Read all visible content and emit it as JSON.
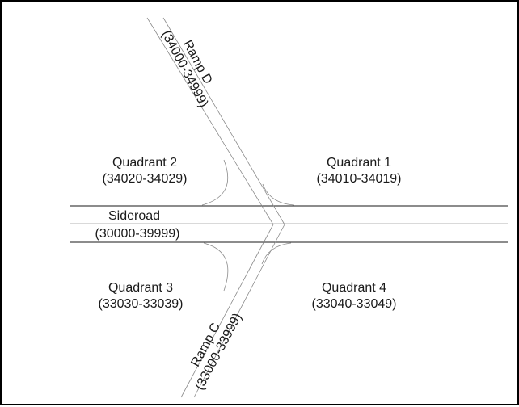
{
  "diagram": {
    "ramp_d": {
      "name": "Ramp D",
      "range": "(34000-34999)"
    },
    "ramp_c": {
      "name": "Ramp C",
      "range": "(33000-33999)"
    },
    "sideroad": {
      "name": "Sideroad",
      "range": "(30000-39999)"
    },
    "quadrants": [
      {
        "name": "Quadrant 1",
        "range": "(34010-34019)"
      },
      {
        "name": "Quadrant 2",
        "range": "(34020-34029)"
      },
      {
        "name": "Quadrant 3",
        "range": "(33030-33039)"
      },
      {
        "name": "Quadrant 4",
        "range": "(33040-33049)"
      }
    ],
    "line_color": "#1a1a1a",
    "thin_line_color": "#8a8a8a"
  }
}
